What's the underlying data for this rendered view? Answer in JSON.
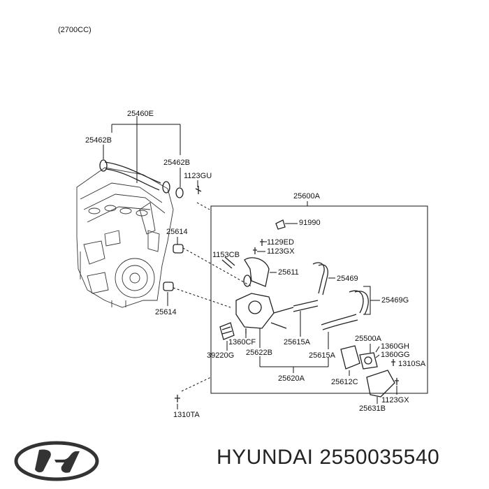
{
  "header": {
    "engine_note": "(2700CC)"
  },
  "labels": {
    "hose_assy": "25460E",
    "clamp_left": "25462B",
    "clamp_right": "25462B",
    "bolt_top": "1123GU",
    "gasket_top": "25614",
    "gasket_bottom": "25614",
    "box_assy": "25600A",
    "bracket": "91990",
    "bolt_1129ed": "1129ED",
    "bolt_1123gx_top": "1123GX",
    "pin_1153cb": "1153CB",
    "outlet_pipe": "25611",
    "hose_25469": "25469",
    "hose_25469g": "25469G",
    "stud_1360cf": "1360CF",
    "hose_25615a_left": "25615A",
    "thermostat": "39220G",
    "gasket_25622b": "25622B",
    "hose_25615a_right": "25615A",
    "housing_assy": "25620A",
    "gasket_25612c": "25612C",
    "sensor_assy": "25500A",
    "stud_1360gh": "1360GH",
    "stud_1360gg": "1360GG",
    "bolt_1310sa": "1310SA",
    "bolt_1123gx_bottom": "1123GX",
    "cover_25631b": "25631B",
    "bolt_1310ta": "1310TA"
  },
  "footer": {
    "brand_part": "HYUNDAI 2550035540"
  },
  "logo": {
    "name": "hyundai-logo"
  }
}
